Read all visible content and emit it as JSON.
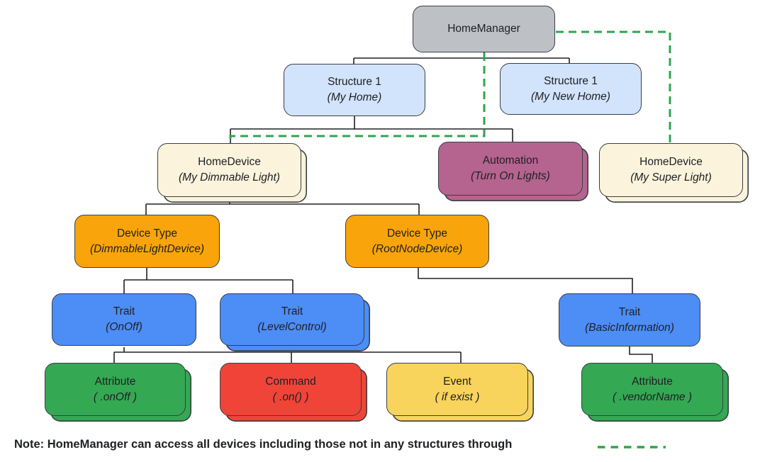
{
  "diagram": {
    "nodes": {
      "home_manager": {
        "label": "HomeManager",
        "sublabel": ""
      },
      "structure_my_home": {
        "label": "Structure 1",
        "sublabel": "(My Home)"
      },
      "structure_my_new_home": {
        "label": "Structure 1",
        "sublabel": "(My New Home)"
      },
      "home_device_dimmable": {
        "label": "HomeDevice",
        "sublabel": "(My Dimmable Light)"
      },
      "automation_turn_on": {
        "label": "Automation",
        "sublabel": "(Turn On Lights)"
      },
      "home_device_super": {
        "label": "HomeDevice",
        "sublabel": "(My Super Light)"
      },
      "device_type_dimmable": {
        "label": "Device Type",
        "sublabel": "(DimmableLightDevice)"
      },
      "device_type_rootnode": {
        "label": "Device Type",
        "sublabel": "(RootNodeDevice)"
      },
      "trait_onoff": {
        "label": "Trait",
        "sublabel": "(OnOff)"
      },
      "trait_levelcontrol": {
        "label": "Trait",
        "sublabel": "(LevelControl)"
      },
      "trait_basicinfo": {
        "label": "Trait",
        "sublabel": "(BasicInformation)"
      },
      "attribute_onoff": {
        "label": "Attribute",
        "sublabel": "( .onOff )"
      },
      "command_on": {
        "label": "Command",
        "sublabel": "( .on() )"
      },
      "event_if_exist": {
        "label": "Event",
        "sublabel": "( if exist )"
      },
      "attribute_vendorname": {
        "label": "Attribute",
        "sublabel": "( .vendorName )"
      }
    },
    "colors": {
      "manager_gray": "#BDC1C6",
      "structure_blue": "#D2E3FC",
      "device_cream": "#FBF3DC",
      "automation_mauve": "#B5638F",
      "device_type_orange": "#F9A40A",
      "trait_blue": "#4C8DF6",
      "attribute_green": "#34A853",
      "command_red": "#FIXME",
      "event_yellow": "#F8D45C",
      "connector_black": "#212121",
      "dashed_green": "#2FA44E"
    },
    "note": {
      "text": "Note: HomeManager can access all devices including those not in any structures through"
    }
  }
}
